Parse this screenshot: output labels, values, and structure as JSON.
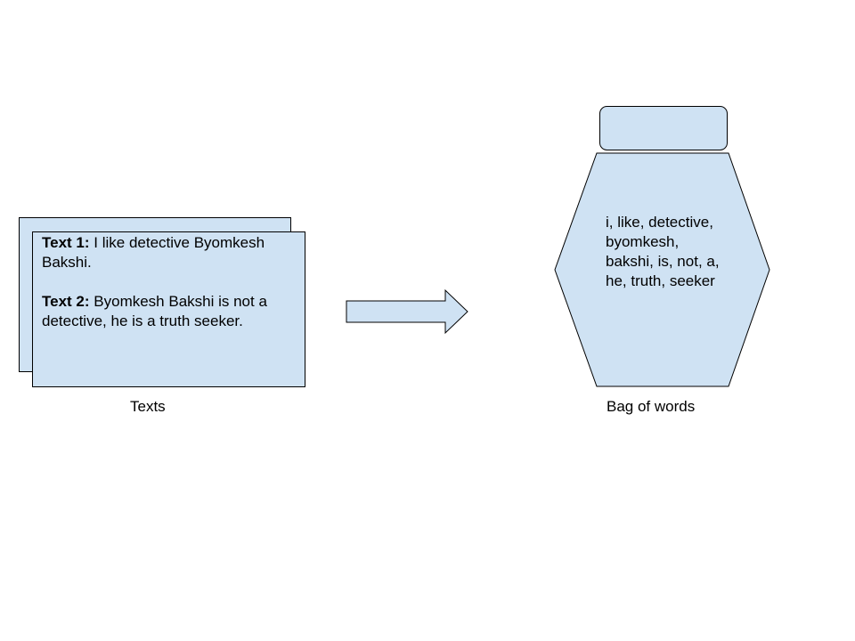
{
  "texts": {
    "text1_label": "Text 1:",
    "text1_body": " I like detective Byomkesh Bakshi.",
    "text2_label": "Text 2:",
    "text2_body": " Byomkesh Bakshi is not a detective, he is a truth seeker."
  },
  "captions": {
    "texts": "Texts",
    "bag": "Bag of words"
  },
  "bag": {
    "words": "i, like, detective, byomkesh, bakshi, is, not, a, he, truth, seeker"
  },
  "colors": {
    "fill": "#cfe2f3",
    "stroke": "#000000"
  }
}
